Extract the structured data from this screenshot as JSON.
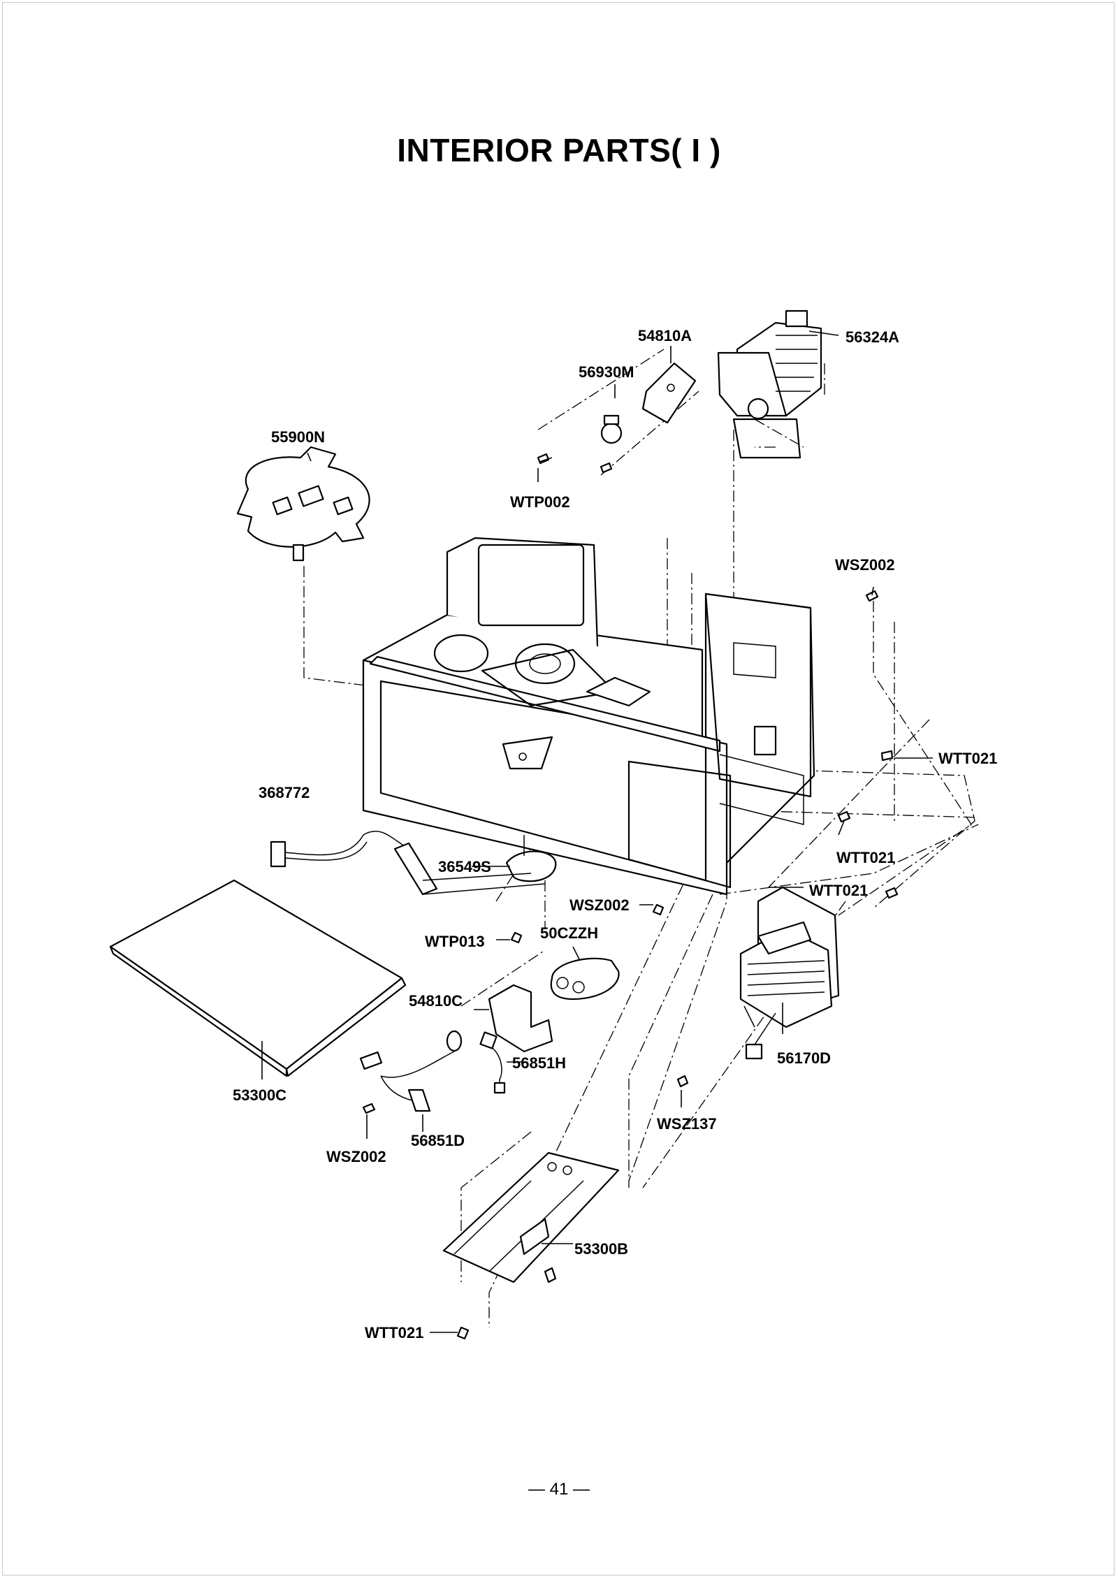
{
  "title": "INTERIOR PARTS( I )",
  "page_number": "— 41 —",
  "parts": [
    {
      "id": "56324A",
      "text": "56324A"
    },
    {
      "id": "54810A",
      "text": "54810A"
    },
    {
      "id": "56930M",
      "text": "56930M"
    },
    {
      "id": "55900N",
      "text": "55900N"
    },
    {
      "id": "WTP002",
      "text": "WTP002"
    },
    {
      "id": "WSZ002_top",
      "text": "WSZ002"
    },
    {
      "id": "WTT021_right",
      "text": "WTT021"
    },
    {
      "id": "368772",
      "text": "368772"
    },
    {
      "id": "WTT021_mid",
      "text": "WTT021"
    },
    {
      "id": "36549S",
      "text": "36549S"
    },
    {
      "id": "WTT021_low",
      "text": "WTT021"
    },
    {
      "id": "WSZ002_mid",
      "text": "WSZ002"
    },
    {
      "id": "WTP013",
      "text": "WTP013"
    },
    {
      "id": "50CZZH",
      "text": "50CZZH"
    },
    {
      "id": "54810C",
      "text": "54810C"
    },
    {
      "id": "56851H",
      "text": "56851H"
    },
    {
      "id": "56170D",
      "text": "56170D"
    },
    {
      "id": "53300C",
      "text": "53300C"
    },
    {
      "id": "WSZ137",
      "text": "WSZ137"
    },
    {
      "id": "56851D",
      "text": "56851D"
    },
    {
      "id": "WSZ002_low",
      "text": "WSZ002"
    },
    {
      "id": "53300B",
      "text": "53300B"
    },
    {
      "id": "WTT021_bottom",
      "text": "WTT021"
    }
  ]
}
